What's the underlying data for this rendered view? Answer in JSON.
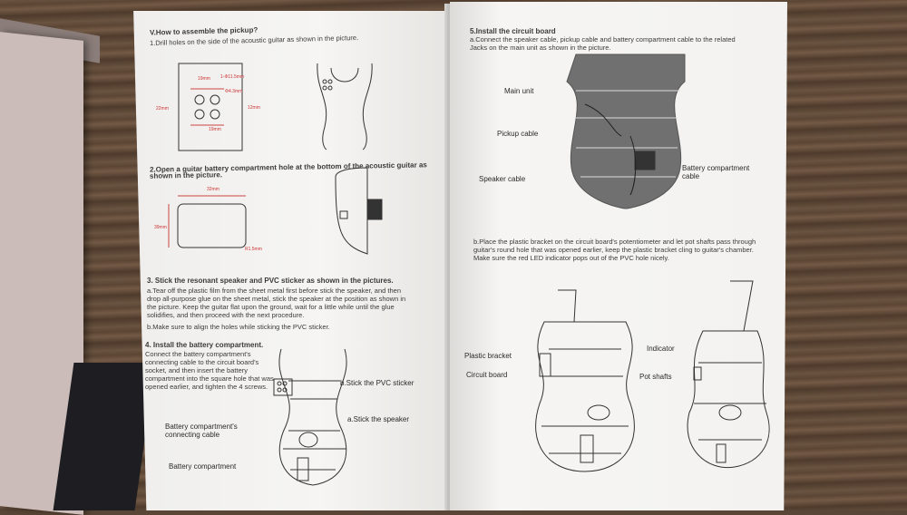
{
  "left": {
    "s5": {
      "title": "V.How to assemble the pickup?",
      "step1": "1.Drill holes on the side of the acoustic guitar as shown in the picture.",
      "dims": {
        "d1": "19mm",
        "d2": "1-Φ11.5mm",
        "d3": "Φ4.3mm",
        "d4": "22mm",
        "d5": "12mm",
        "d6": "19mm"
      }
    },
    "s2": {
      "line1": "2.Open a guitar battery compartment hole at the bottom of the acoustic guitar as",
      "line2": "shown in the picture.",
      "dims": {
        "w": "32mm",
        "h": "39mm",
        "r": "R1.5mm"
      }
    },
    "s3": {
      "title": "3. Stick the resonant speaker and PVC sticker as shown in the pictures.",
      "a": "a.Tear off the plastic film from the sheet metal first before stick the speaker, and then drop all-purpose glue on the sheet metal, stick the speaker at the position as shown in the picture. Keep the guitar flat upon the ground, wait for a little while until the glue solidifies, and then proceed with the next procedure.",
      "b": "b.Make sure to align the holes while sticking the PVC sticker."
    },
    "s4": {
      "title": "4. Install the battery compartment.",
      "body": "Connect the battery compartment's connecting cable to the circuit board's socket, and then insert the battery compartment into the square hole that was opened earlier, and tighten the 4 screws."
    },
    "labels": {
      "pvc": "b.Stick the PVC sticker",
      "speaker": "a.Stick the speaker",
      "batt_cable": "Battery compartment's connecting cable",
      "batt": "Battery compartment"
    }
  },
  "right": {
    "s5": {
      "title": "5.Install the circuit board",
      "a": "a.Connect the speaker cable, pickup cable and battery compartment cable to the related Jacks on the main unit as shown in the picture."
    },
    "labels_top": {
      "main": "Main unit",
      "pickup": "Pickup cable",
      "speaker": "Speaker cable",
      "battery": "Battery compartment cable"
    },
    "b": "b.Place the plastic bracket on the circuit board's potentiometer and let pot shafts pass through guitar's round hole that was opened earlier, keep the plastic bracket cling to guitar's chamber. Make sure the red LED indicator pops out of the PVC hole nicely.",
    "labels_bottom": {
      "bracket": "Plastic bracket",
      "board": "Circuit board",
      "indicator": "Indicator",
      "pots": "Pot shafts"
    }
  }
}
